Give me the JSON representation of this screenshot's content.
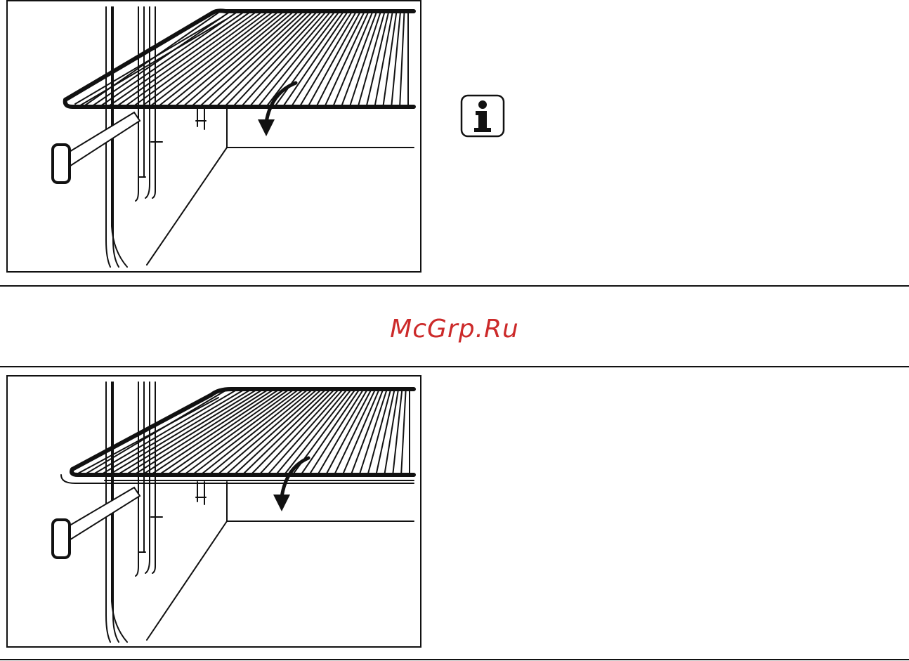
{
  "watermark": {
    "text": "McGrp.Ru",
    "color": "#cc2a2a"
  },
  "figures": [
    {
      "name": "shelf-insertion-figure-1",
      "icon": "arrow-down-curved-icon"
    },
    {
      "name": "shelf-insertion-figure-2",
      "icon": "arrow-down-curved-icon"
    }
  ],
  "info": {
    "icon": "info-icon"
  }
}
